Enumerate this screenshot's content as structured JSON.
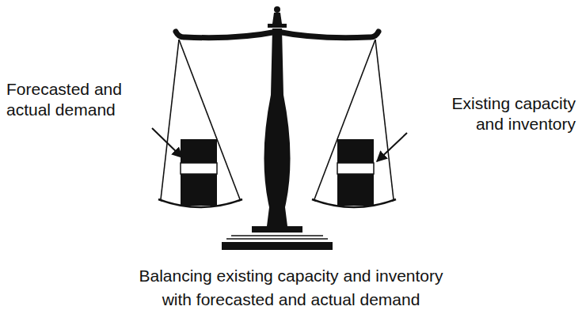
{
  "diagram": {
    "caption": "Balancing existing capacity and inventory with forecasted and actual demand",
    "labels": [
      "Forecasted and actual demand",
      "Existing capacity and inventory"
    ]
  }
}
